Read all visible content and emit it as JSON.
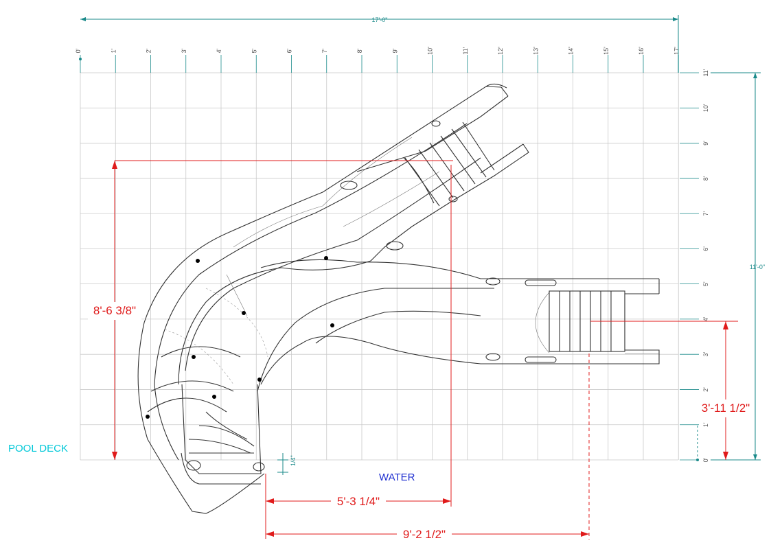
{
  "top_extent": {
    "label": "17'-0\""
  },
  "right_extent": {
    "label": "11'-0\""
  },
  "x_ticks": [
    "0'",
    "1'",
    "2'",
    "3'",
    "4'",
    "5'",
    "6'",
    "7'",
    "8'",
    "9'",
    "10'",
    "11'",
    "12'",
    "13'",
    "14'",
    "15'",
    "16'",
    "17'"
  ],
  "y_ticks": [
    "0'",
    "1'",
    "2'",
    "3'",
    "4'",
    "5'",
    "6'",
    "7'",
    "8'",
    "9'",
    "10'",
    "11'"
  ],
  "dimensions": {
    "height_left": "8'-6 3/8\"",
    "height_right": "3'-11 1/2\"",
    "width_mid": "5'-3 1/4\"",
    "width_bottom": "9'-2 1/2\"",
    "small": "1/4\""
  },
  "labels": {
    "pool_deck": "POOL DECK",
    "water": "WATER"
  },
  "colors": {
    "grid": "#c9c9c9",
    "dimension_teal": "#1a8a8a",
    "dimension_red": "#e01b1b",
    "pool_deck": "#00c8d8",
    "water": "#1f2fd0",
    "outline": "#333333"
  }
}
